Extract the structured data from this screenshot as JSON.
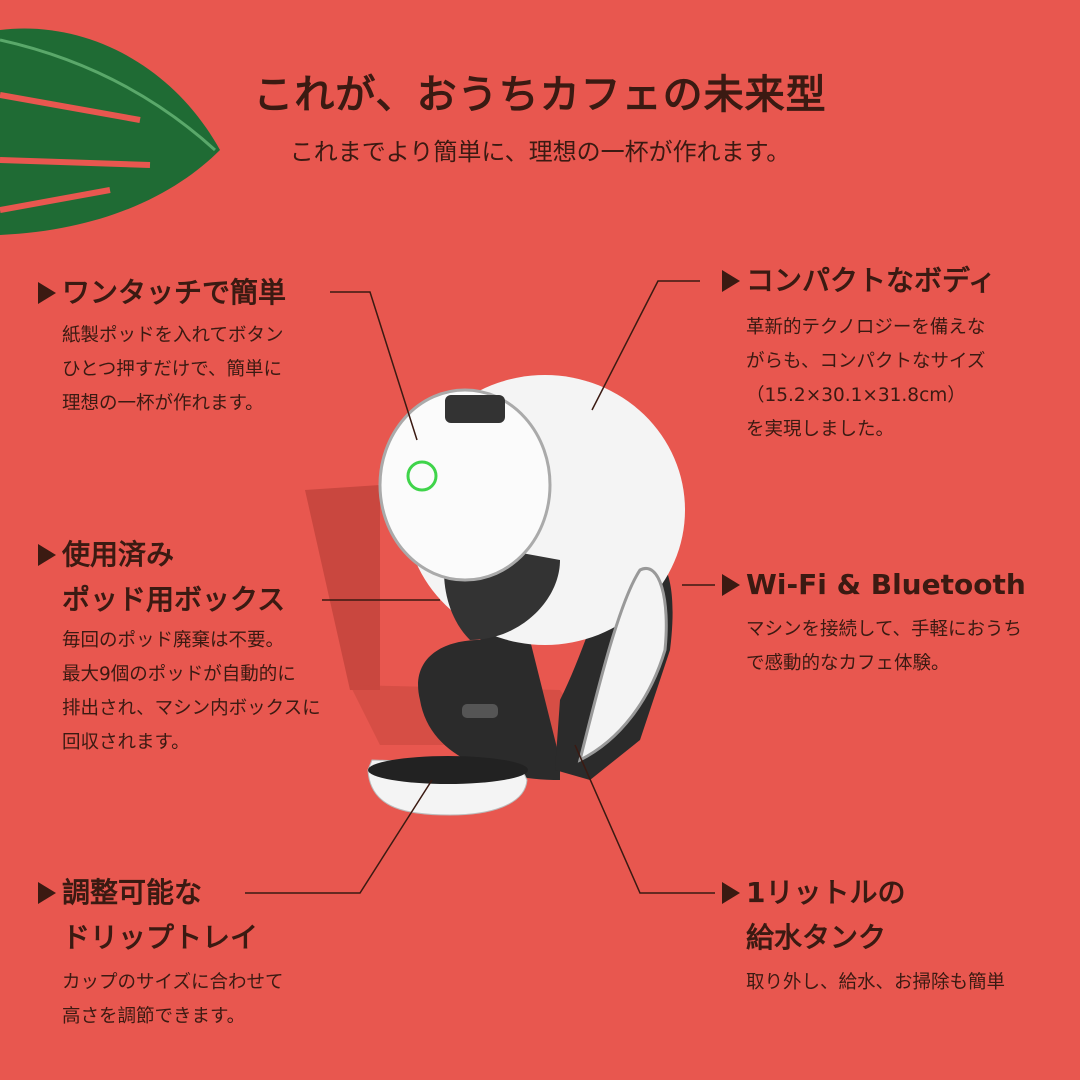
{
  "header": {
    "title": "これが、おうちカフェの未来型",
    "subtitle": "これまでより簡単に、理想の一杯が作れます。"
  },
  "colors": {
    "background": "#e8574f",
    "text": "#3b1a12",
    "leaf": "#1f6b34",
    "machine_body": "#f4f4f4",
    "machine_stand": "#2b2b2b",
    "led_ring": "#3fd44a"
  },
  "features": [
    {
      "heading": [
        "ワンタッチで簡単"
      ],
      "body": [
        "紙製ポッドを入れてボタン",
        "ひとつ押すだけで、簡単に",
        "理想の一杯が作れます。"
      ]
    },
    {
      "heading": [
        "使用済み",
        "ポッド用ボックス"
      ],
      "body": [
        "毎回のポッド廃棄は不要。",
        "最大9個のポッドが自動的に",
        "排出され、マシン内ボックスに",
        "回収されます。"
      ]
    },
    {
      "heading": [
        "調整可能な",
        "ドリップトレイ"
      ],
      "body": [
        "カップのサイズに合わせて",
        "高さを調節できます。"
      ]
    },
    {
      "heading": [
        "コンパクトなボディ"
      ],
      "body": [
        "革新的テクノロジーを備えな",
        "がらも、コンパクトなサイズ",
        "（15.2×30.1×31.8cm）",
        "を実現しました。"
      ]
    },
    {
      "heading": [
        "Wi-Fi & Bluetooth"
      ],
      "body": [
        "マシンを接続して、手軽におうち",
        "で感動的なカフェ体験。"
      ]
    },
    {
      "heading": [
        "1リットルの",
        "給水タンク"
      ],
      "body": [
        "取り外し、給水、お掃除も簡単"
      ]
    }
  ]
}
